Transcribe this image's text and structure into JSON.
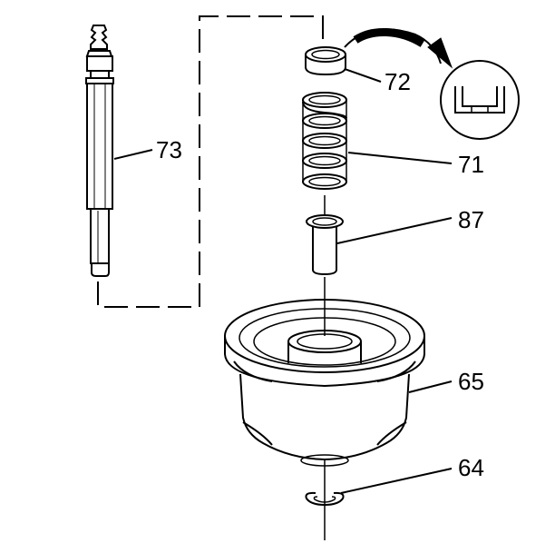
{
  "callouts": [
    {
      "id": "72",
      "label": "72",
      "part": "retainer cap"
    },
    {
      "id": "71",
      "label": "71",
      "part": "spring"
    },
    {
      "id": "73",
      "label": "73",
      "part": "installer tool"
    },
    {
      "id": "87",
      "label": "87",
      "part": "piston"
    },
    {
      "id": "65",
      "label": "65",
      "part": "housing"
    },
    {
      "id": "64",
      "label": "64",
      "part": "snap ring"
    }
  ],
  "colors": {
    "line": "#000000",
    "background": "#ffffff"
  }
}
